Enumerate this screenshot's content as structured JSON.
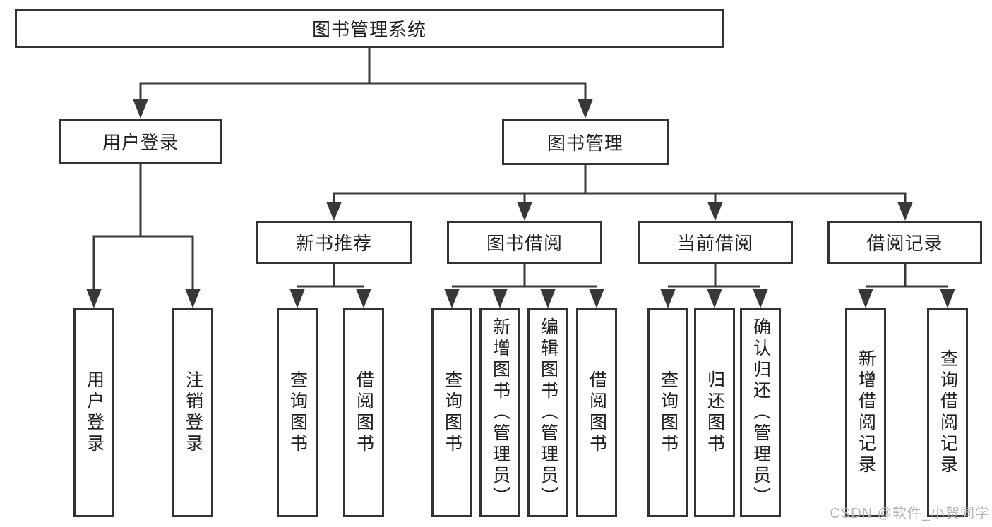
{
  "watermark": {
    "text": "CSDN @软件_小贺同学"
  },
  "colors": {
    "line": "#383838",
    "box_border": "#333333",
    "text": "#1f1f1f",
    "watermark": "#b5b5b5",
    "background": "#ffffff"
  },
  "tree": {
    "root": {
      "label": "图书管理系统"
    },
    "level2": [
      {
        "label": "用户登录",
        "children": [
          {
            "label": "用户登录"
          },
          {
            "label": "注销登录"
          }
        ]
      },
      {
        "label": "图书管理",
        "children": [
          {
            "label": "新书推荐",
            "children": [
              {
                "label": "查询图书"
              },
              {
                "label": "借阅图书"
              }
            ]
          },
          {
            "label": "图书借阅",
            "children": [
              {
                "label": "查询图书"
              },
              {
                "label": "新增图书（管理员）"
              },
              {
                "label": "编辑图书（管理员）"
              },
              {
                "label": "借阅图书"
              }
            ]
          },
          {
            "label": "当前借阅",
            "children": [
              {
                "label": "查询图书"
              },
              {
                "label": "归还图书"
              },
              {
                "label": "确认归还（管理员）"
              }
            ]
          },
          {
            "label": "借阅记录",
            "children": [
              {
                "label": "新增借阅记录"
              },
              {
                "label": "查询借阅记录"
              }
            ]
          }
        ]
      }
    ]
  }
}
